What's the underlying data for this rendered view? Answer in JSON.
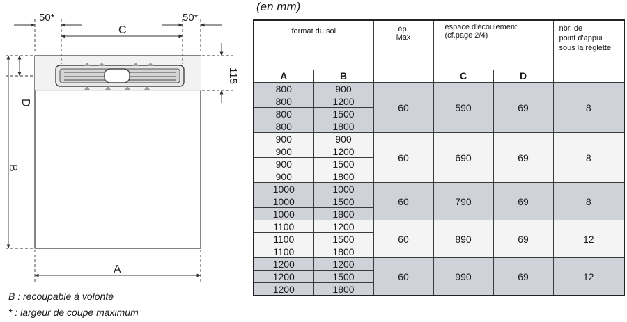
{
  "unit_note": "(en mm)",
  "drawing": {
    "dim_left": "50*",
    "dim_c": "C",
    "dim_right": "50*",
    "dim_115": "115",
    "dim_d": "D",
    "dim_b": "B",
    "dim_a": "A"
  },
  "notes": {
    "b_note": "B : recoupable à volonté",
    "star_note": "* : largeur de coupe maximum"
  },
  "table": {
    "headers": {
      "format": "format du sol",
      "ep_line1": "ép.",
      "ep_line2": "Max",
      "espace_line1": "espace d'écoulement",
      "espace_line2": "(cf.page 2/4)",
      "nbr_line1": "nbr. de",
      "nbr_line2": "point d'appui",
      "nbr_line3": "sous la réglette",
      "col_a": "A",
      "col_b": "B",
      "col_c": "C",
      "col_d": "D"
    },
    "groups": [
      {
        "shade": true,
        "ep": "60",
        "c": "590",
        "d": "69",
        "nbr": "8",
        "rows": [
          {
            "a": "800",
            "b": "900"
          },
          {
            "a": "800",
            "b": "1200"
          },
          {
            "a": "800",
            "b": "1500"
          },
          {
            "a": "800",
            "b": "1800"
          }
        ]
      },
      {
        "shade": false,
        "ep": "60",
        "c": "690",
        "d": "69",
        "nbr": "8",
        "rows": [
          {
            "a": "900",
            "b": "900"
          },
          {
            "a": "900",
            "b": "1200"
          },
          {
            "a": "900",
            "b": "1500"
          },
          {
            "a": "900",
            "b": "1800"
          }
        ]
      },
      {
        "shade": true,
        "ep": "60",
        "c": "790",
        "d": "69",
        "nbr": "8",
        "rows": [
          {
            "a": "1000",
            "b": "1000"
          },
          {
            "a": "1000",
            "b": "1500"
          },
          {
            "a": "1000",
            "b": "1800"
          }
        ]
      },
      {
        "shade": false,
        "ep": "60",
        "c": "890",
        "d": "69",
        "nbr": "12",
        "rows": [
          {
            "a": "1100",
            "b": "1200"
          },
          {
            "a": "1100",
            "b": "1500"
          },
          {
            "a": "1100",
            "b": "1800"
          }
        ]
      },
      {
        "shade": true,
        "ep": "60",
        "c": "990",
        "d": "69",
        "nbr": "12",
        "rows": [
          {
            "a": "1200",
            "b": "1200"
          },
          {
            "a": "1200",
            "b": "1500"
          },
          {
            "a": "1200",
            "b": "1800"
          }
        ]
      }
    ]
  }
}
